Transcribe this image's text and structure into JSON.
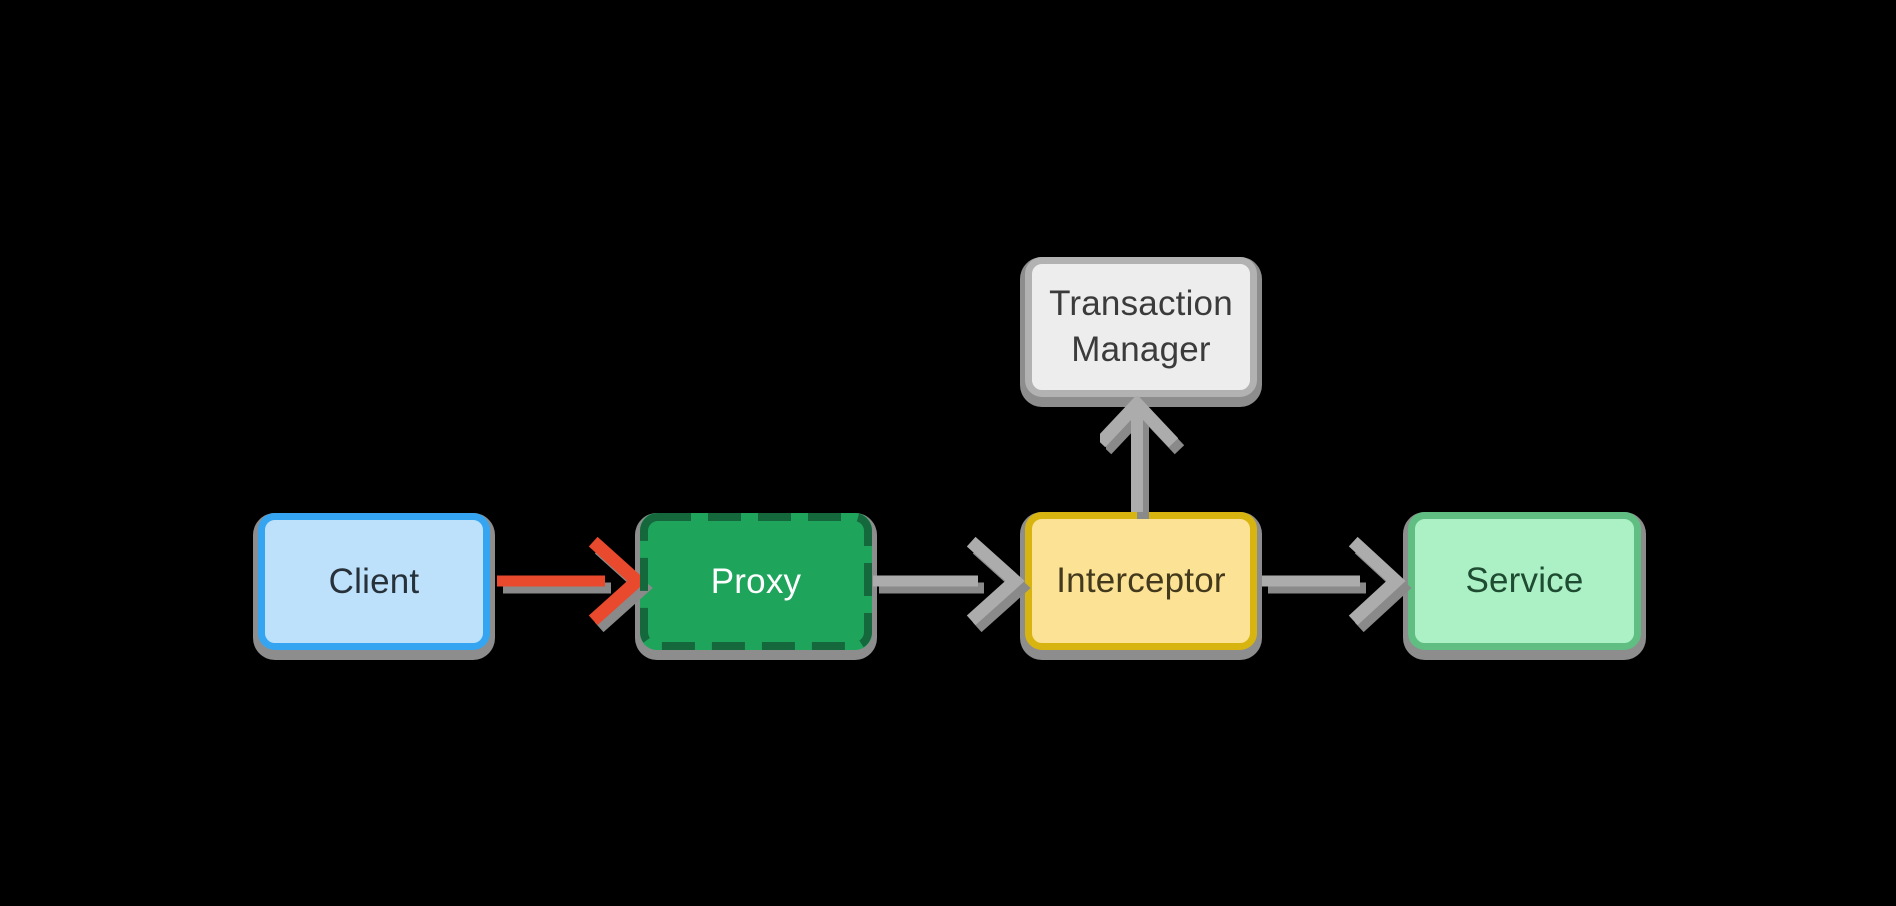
{
  "canvas": {
    "background": "#000000",
    "shadow_color": "#8D8D8D"
  },
  "nodes": [
    {
      "id": "client",
      "label": "Client",
      "fill": "#BEE1FB",
      "border_color": "#36A5F1",
      "text_color": "#27313A",
      "border_style": "solid"
    },
    {
      "id": "proxy",
      "label": "Proxy",
      "fill": "#1FA45C",
      "border_color": "#15673C",
      "text_color": "#FFFFFF",
      "border_style": "dashed"
    },
    {
      "id": "interceptor",
      "label": "Interceptor",
      "fill": "#FBE295",
      "border_color": "#D8B411",
      "text_color": "#433A1D",
      "border_style": "solid"
    },
    {
      "id": "service",
      "label": "Service",
      "fill": "#ACF1C5",
      "border_color": "#61BE83",
      "text_color": "#1E4B31",
      "border_style": "solid"
    },
    {
      "id": "transaction_manager",
      "label": "Transaction Manager",
      "fill": "#EDEDED",
      "border_color": "#B2B2B2",
      "text_color": "#3B3B3B",
      "border_style": "solid"
    }
  ],
  "edges": [
    {
      "from": "client",
      "to": "proxy",
      "color": "#E9492C",
      "direction": "right"
    },
    {
      "from": "proxy",
      "to": "interceptor",
      "color": "#ACACAC",
      "direction": "right"
    },
    {
      "from": "interceptor",
      "to": "service",
      "color": "#ACACAC",
      "direction": "right"
    },
    {
      "from": "interceptor",
      "to": "transaction_manager",
      "color": "#ACACAC",
      "direction": "up"
    }
  ]
}
